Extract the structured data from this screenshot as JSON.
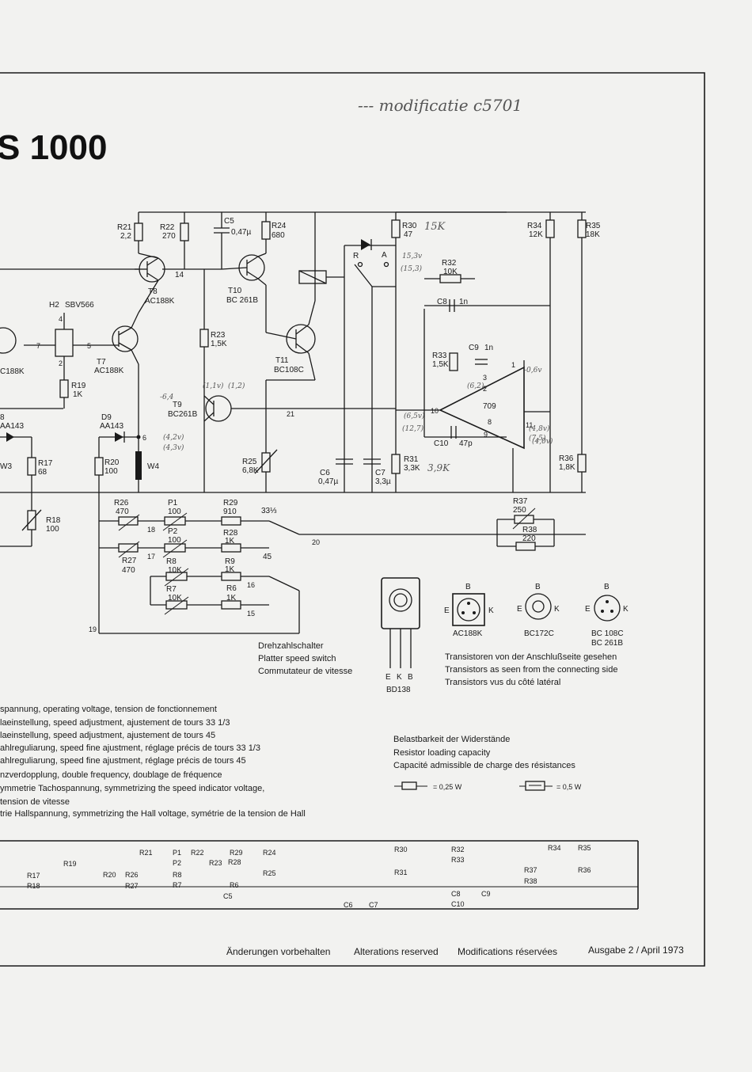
{
  "header": {
    "title": "S 1000",
    "handwritten_note": "--- modificatie c5701"
  },
  "components": {
    "R21": {
      "ref": "R21",
      "value": "2,2"
    },
    "R22": {
      "ref": "R22",
      "value": "270"
    },
    "C5": {
      "ref": "C5",
      "value": "0,47µ"
    },
    "R24": {
      "ref": "R24",
      "value": "680"
    },
    "R30": {
      "ref": "R30",
      "value": "47"
    },
    "R30_note": "15K",
    "R34": {
      "ref": "R34",
      "value": "12K"
    },
    "R35": {
      "ref": "R35",
      "value": "18K"
    },
    "T8": {
      "ref": "T8",
      "value": "AC188K"
    },
    "T10": {
      "ref": "T10",
      "value": "BC 261B"
    },
    "T7": {
      "ref": "T7",
      "value": "AC188K"
    },
    "T11": {
      "ref": "T11",
      "value": "BC108C"
    },
    "T9": {
      "ref": "T9",
      "value": "BC261B"
    },
    "H2": {
      "ref": "H2",
      "value": "SBV566"
    },
    "R23": {
      "ref": "R23",
      "value": "1,5K"
    },
    "R19": {
      "ref": "R19",
      "value": "1K"
    },
    "R32": {
      "ref": "R32",
      "value": "10K"
    },
    "C8": {
      "ref": "C8",
      "value": "1n"
    },
    "C9": {
      "ref": "C9",
      "value": "1n"
    },
    "R33": {
      "ref": "R33",
      "value": "1,5K"
    },
    "IC": {
      "ref": "709"
    },
    "C10": {
      "ref": "C10",
      "value": "47p"
    },
    "D9": {
      "ref": "D9",
      "value": "AA143"
    },
    "D8_left": {
      "ref": "8",
      "value": "AA143"
    },
    "R17": {
      "ref": "R17",
      "value": "68"
    },
    "R20": {
      "ref": "R20",
      "value": "100"
    },
    "W4": {
      "ref": "W4"
    },
    "W3": {
      "ref": "W3"
    },
    "R25": {
      "ref": "R25",
      "value": "6,8K"
    },
    "C6": {
      "ref": "C6",
      "value": "0,47µ"
    },
    "C7": {
      "ref": "C7",
      "value": "3,3µ"
    },
    "R31": {
      "ref": "R31",
      "value": "3,3K"
    },
    "R31_note": "3,9K",
    "R36": {
      "ref": "R36",
      "value": "1,8K"
    },
    "R18": {
      "ref": "R18",
      "value": "100"
    },
    "R26": {
      "ref": "R26",
      "value": "470"
    },
    "P1": {
      "ref": "P1",
      "value": "100"
    },
    "R29": {
      "ref": "R29",
      "value": "910"
    },
    "R27": {
      "ref": "R27",
      "value": "470"
    },
    "P2": {
      "ref": "P2",
      "value": "100"
    },
    "R28": {
      "ref": "R28",
      "value": "1K"
    },
    "R8": {
      "ref": "R8",
      "value": "10K"
    },
    "R9": {
      "ref": "R9",
      "value": "1K"
    },
    "R7": {
      "ref": "R7",
      "value": "10K"
    },
    "R6": {
      "ref": "R6",
      "value": "1K"
    },
    "R37": {
      "ref": "R37",
      "value": "250"
    },
    "R38": {
      "ref": "R38",
      "value": "220"
    }
  },
  "nodes": [
    "14",
    "4",
    "7",
    "2",
    "5",
    "6",
    "21",
    "10",
    "9",
    "3",
    "2",
    "1",
    "8",
    "11",
    "18",
    "17",
    "16",
    "15",
    "20",
    "19",
    "33⅓",
    "45"
  ],
  "switch_labels": {
    "R": "R",
    "A": "A"
  },
  "handwritten_marks": [
    "15,3v",
    "(15,3)",
    "(6,5v)",
    "(4,2v)",
    "(4,3v)",
    "(1,1v)",
    "(1,2)",
    "(4,8v)",
    "(12,7)",
    "(4,0v)",
    "(6,2)",
    "-0,6v",
    "(7,5)",
    "-6,4"
  ],
  "pinouts": {
    "bd138": {
      "name": "BD138",
      "pins": [
        "E",
        "K",
        "B"
      ]
    },
    "ac188k": {
      "name": "AC188K",
      "b": "B",
      "e": "E",
      "k": "K"
    },
    "bc172c": {
      "name": "BC172C",
      "b": "B",
      "e": "E",
      "k": "K"
    },
    "bc108c": {
      "name": "BC 108C",
      "name2": "BC 261B",
      "b": "B",
      "e": "E",
      "k": "K"
    }
  },
  "switch_caption": [
    "Drehzahlschalter",
    "Platter speed switch",
    "Commutateur de vitesse"
  ],
  "transistor_caption": [
    "Transistoren von der Anschlußseite gesehen",
    "Transistors as seen from the connecting side",
    "Transistors vus du côté latéral"
  ],
  "legend_lines": [
    "spannung, operating voltage, tension de fonctionnement",
    "laeinstellung, speed adjustment, ajustement de tours 33 1/3",
    "laeinstellung, speed adjustment, ajustement de tours 45",
    "ahlreguliarung, speed fine ajustment, réglage précis de tours 33 1/3",
    "ahlreguliarung, speed fine ajustment, réglage précis de tours 45",
    "nzverdopplung, double frequency, doublage de fréquence",
    "ymmetrie Tachospannung, symmetrizing the speed indicator voltage,",
    "tension de vitesse",
    "trie Hallspannung, symmetrizing the Hall voltage, symétrie de la tension de Hall"
  ],
  "loading": {
    "lines": [
      "Belastbarkeit der Widerstände",
      "Resistor loading capacity",
      "Capacité admissible de charge des résistances"
    ],
    "small": "= 0,25 W",
    "large": "= 0,5 W"
  },
  "parts_table": [
    [
      "R21",
      "P1",
      "R22",
      "R29",
      "R24",
      "R30",
      "R32",
      "R34",
      "R35"
    ],
    [
      "R19",
      "P2",
      "R23",
      "R28",
      "R33"
    ],
    [
      "R17",
      "R20",
      "R26",
      "R8",
      "R25",
      "R31",
      "R37",
      "R36"
    ],
    [
      "R18",
      "R27",
      "R7",
      "R6",
      "R38"
    ],
    [
      "C5",
      "C8",
      "C9"
    ],
    [
      "C6",
      "C7",
      "C10"
    ]
  ],
  "footer": {
    "notice_de": "Änderungen vorbehalten",
    "notice_en": "Alterations reserved",
    "notice_fr": "Modifications réservées",
    "edition": "Ausgabe 2 / April 1973"
  }
}
